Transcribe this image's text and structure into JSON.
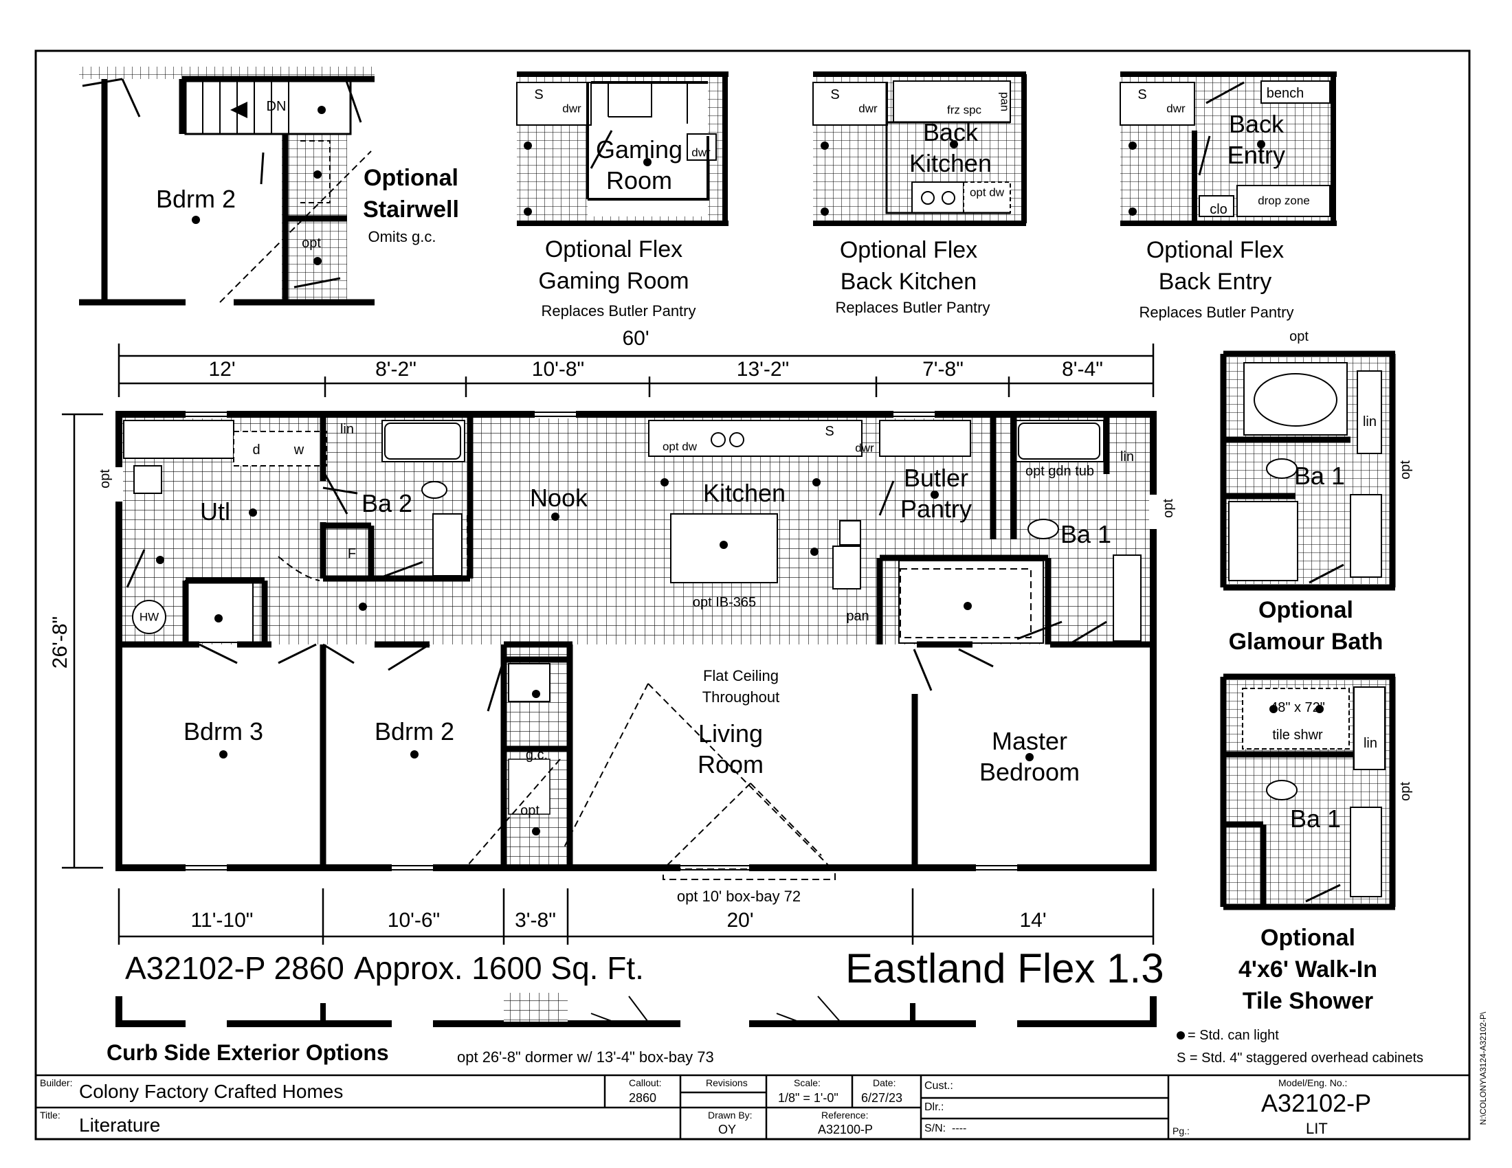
{
  "floorplan": {
    "overall_width": "60'",
    "top_dims": [
      "12'",
      "8'-2\"",
      "10'-8\"",
      "13'-2\"",
      "7'-8\"",
      "8'-4\""
    ],
    "bottom_dims": [
      "11'-10\"",
      "10'-6\"",
      "3'-8\"",
      "20'",
      "14'"
    ],
    "depth_dim": "26'-8\"",
    "rooms": {
      "utl": "Utl",
      "ba2": "Ba 2",
      "nook": "Nook",
      "kitchen": "Kitchen",
      "butler_pantry": "Butler\nPantry",
      "ba1": "Ba 1",
      "bdrm3": "Bdrm 3",
      "bdrm2": "Bdrm 2",
      "living": "Living\nRoom",
      "master": "Master\nBedroom"
    },
    "labels": {
      "lin_a": "lin",
      "lin_b": "lin",
      "d": "d",
      "w": "w",
      "f": "F",
      "hw": "HW",
      "opt_dw": "opt dw",
      "s": "S",
      "dwr": "dwr",
      "opt_gdn_tub": "opt gdn tub",
      "opt_ib": "opt IB-365",
      "pan": "pan",
      "gc": "g.c.",
      "opt": "opt",
      "opt_left": "opt",
      "opt_right": "opt",
      "flat_ceiling": "Flat Ceiling\nThroughout",
      "box_bay": "opt 10' box-bay 72"
    }
  },
  "insets": {
    "stairwell": {
      "room": "Bdrm 2",
      "dn": "DN",
      "opt": "opt",
      "title": "Optional\nStairwell",
      "subtitle": "Omits g.c."
    },
    "gaming": {
      "s": "S",
      "dwr": "dwr",
      "dwr2": "dwr",
      "room": "Gaming\nRoom",
      "title": "Optional Flex\nGaming Room",
      "subtitle": "Replaces Butler Pantry"
    },
    "back_kitchen": {
      "s": "S",
      "dwr": "dwr",
      "frz": "frz spc",
      "pan": "pan",
      "opt_dw": "opt dw",
      "room": "Back\nKitchen",
      "title": "Optional Flex\nBack Kitchen",
      "subtitle": "Replaces Butler Pantry"
    },
    "back_entry": {
      "s": "S",
      "dwr": "dwr",
      "bench": "bench",
      "clo": "clo",
      "drop": "drop zone",
      "room": "Back\nEntry",
      "title": "Optional Flex\nBack Entry",
      "subtitle": "Replaces Butler Pantry"
    },
    "glamour_bath": {
      "opt_top": "opt",
      "lin": "lin",
      "ba": "Ba 1",
      "opt_side": "opt",
      "title": "Optional\nGlamour Bath"
    },
    "walk_in_shower": {
      "size": "48\" x 72\"",
      "tile": "tile shwr",
      "lin": "lin",
      "ba": "Ba 1",
      "opt_side": "opt",
      "title": "Optional\n4'x6' Walk-In\nTile Shower"
    }
  },
  "model_line": {
    "model": "A32102-P 2860",
    "sqft": "Approx. 1600 Sq. Ft.",
    "name": "Eastland Flex 1.3"
  },
  "exterior": {
    "title": "Curb Side Exterior Options",
    "dormer": "opt 26'-8\" dormer w/ 13'-4\" box-bay 73"
  },
  "legend": {
    "can_light": "= Std. can light",
    "cabinets": "S = Std. 4\" staggered overhead cabinets"
  },
  "title_block": {
    "builder_label": "Builder:",
    "builder": "Colony Factory Crafted Homes",
    "title_label": "Title:",
    "title": "Literature",
    "callout_label": "Callout:",
    "callout": "2860",
    "revisions_label": "Revisions",
    "drawn_by_label": "Drawn By:",
    "drawn_by": "OY",
    "scale_label": "Scale:",
    "scale": "1/8\" = 1'-0\"",
    "date_label": "Date:",
    "date": "6/27/23",
    "reference_label": "Reference:",
    "reference": "A32100-P",
    "cust_label": "Cust.:",
    "dlr_label": "Dlr.:",
    "sn_label": "S/N:",
    "sn": "----",
    "model_label": "Model/Eng. No.:",
    "model": "A32102-P",
    "pg_label": "Pg.:",
    "pg": "LIT"
  },
  "file_path": "N:\\COLONY\\A3124-A32102-P\\"
}
